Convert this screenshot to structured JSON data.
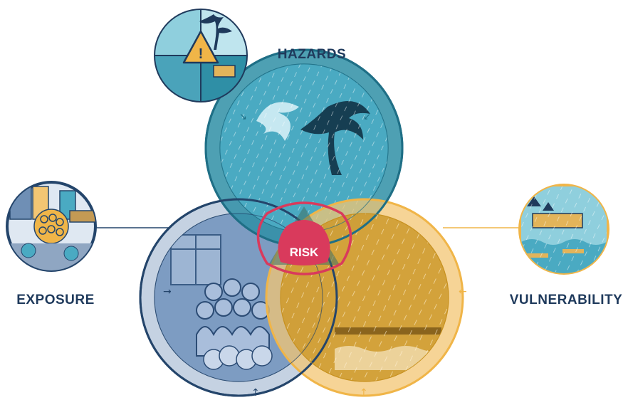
{
  "labels": {
    "hazards": "HAZARDS",
    "exposure": "EXPOSURE",
    "vulnerability": "VULNERABILITY",
    "risk": "RISK"
  },
  "colors": {
    "hazards": "#2f8fa6",
    "hazards_dark": "#1f6f86",
    "exposure": "#24456b",
    "exposure_light": "#8fa6c2",
    "vulnerability": "#f0b548",
    "vulnerability_dark": "#b8860b",
    "risk": "#d93a5c",
    "label": "#1f3a5c"
  },
  "icons": {
    "hazards": "warning-storm-icon",
    "exposure": "people-city-icon",
    "vulnerability": "flooded-houses-icon"
  }
}
